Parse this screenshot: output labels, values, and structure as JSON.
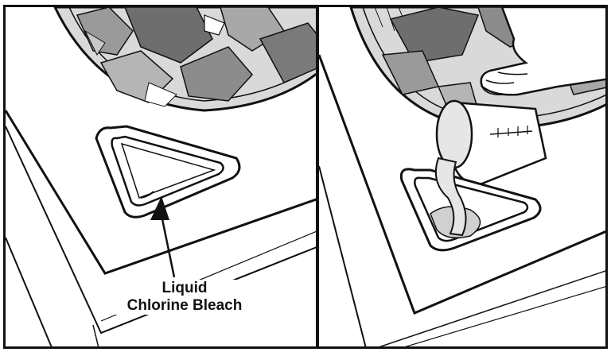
{
  "figure": {
    "callout_label": "Liquid\nChlorine Bleach",
    "callout_line1": "Liquid",
    "callout_line2": "Chlorine Bleach",
    "colors": {
      "line": "#111111",
      "fabric_dark": "#6e6e6e",
      "fabric_mid": "#9a9a9a",
      "fabric_light": "#c8c8c8",
      "surface": "#ffffff"
    },
    "icons": [
      "washer-basket",
      "bleach-dispenser",
      "callout-arrow",
      "measuring-cup",
      "pouring-liquid",
      "hand"
    ]
  }
}
